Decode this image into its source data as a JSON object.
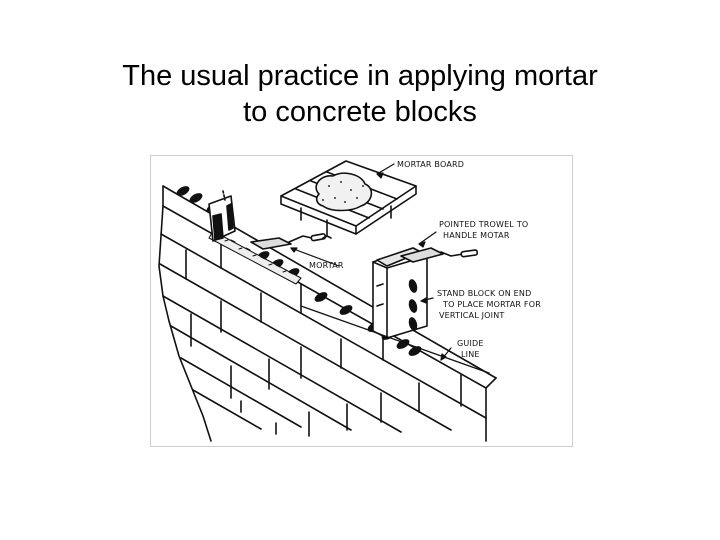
{
  "slide": {
    "title_line1": "The usual practice in applying mortar",
    "title_line2": "to concrete blocks"
  },
  "figure": {
    "labels": {
      "mortar_board": "MORTAR BOARD",
      "pointed_trowel_line1": "POINTED TROWEL TO",
      "pointed_trowel_line2": "HANDLE MOTAR",
      "mortar": "MORTAR",
      "stand_block_line1": "STAND BLOCK ON END",
      "stand_block_line2": "TO PLACE MORTAR FOR",
      "stand_block_line3": "VERTICAL JOINT",
      "guide_line1": "GUIDE",
      "guide_line2": "LINE"
    }
  }
}
